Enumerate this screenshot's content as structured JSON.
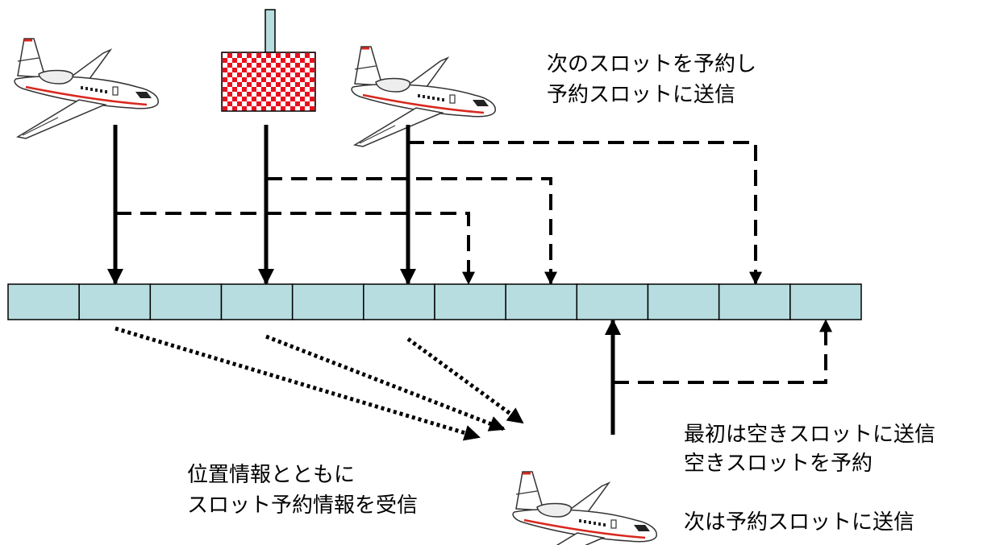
{
  "slots": {
    "count": 12,
    "fill": "#b7dde1"
  },
  "labels": {
    "reserve_next": [
      "次のスロットを予約し",
      "予約スロットに送信"
    ],
    "receive_info": [
      "位置情報とともに",
      "スロット予約情報を受信"
    ],
    "first_send": [
      "最初は空きスロットに送信",
      "空きスロットを予約"
    ],
    "next_send": "次は予約スロットに送信"
  },
  "icons": {
    "aircraft": "business-jet-icon",
    "ground_station": "ground-station-icon"
  },
  "colors": {
    "slot_fill": "#b7dde1",
    "station_check": "#e8101e",
    "jet_stripe": "#d8281e"
  }
}
